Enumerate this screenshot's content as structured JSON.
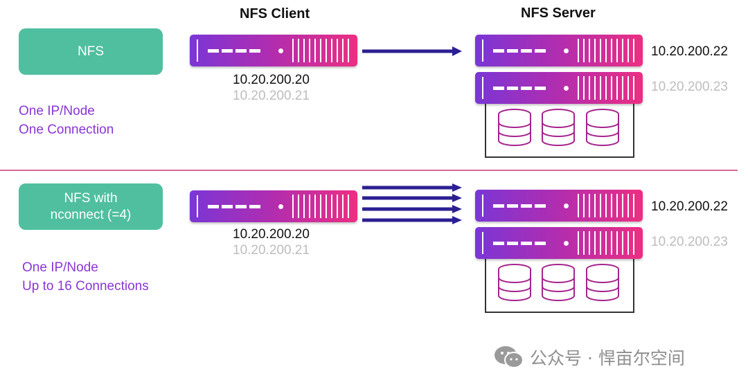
{
  "headers": {
    "client": "NFS Client",
    "server": "NFS Server"
  },
  "sections": [
    {
      "badge_lines": [
        "NFS"
      ],
      "note_lines": [
        "One IP/Node",
        "One Connection"
      ],
      "client_ips": [
        "10.20.200.20",
        "10.20.200.21"
      ],
      "server_ips": [
        "10.20.200.22",
        "10.20.200.23"
      ],
      "connection_count_drawn": 1
    },
    {
      "badge_lines": [
        "NFS with",
        "nconnect (=4)"
      ],
      "note_lines": [
        "One IP/Node",
        "Up to 16 Connections"
      ],
      "client_ips": [
        "10.20.200.20",
        "10.20.200.21"
      ],
      "server_ips": [
        "10.20.200.22",
        "10.20.200.23"
      ],
      "connection_count_drawn": 4
    }
  ],
  "watermark": {
    "text": "公众号 · 悍亩尔空间",
    "icon": "wechat-icon"
  },
  "colors": {
    "badge": "#4fbf9f",
    "note_text": "#8a35d4",
    "arrow": "#2b1f91",
    "divider": "#d66a96",
    "server_gradient": [
      "#7a36d6",
      "#b02db0",
      "#ec2f82"
    ],
    "disk_stroke": "#a5238e",
    "dim_ip": "#bdbdbd"
  }
}
